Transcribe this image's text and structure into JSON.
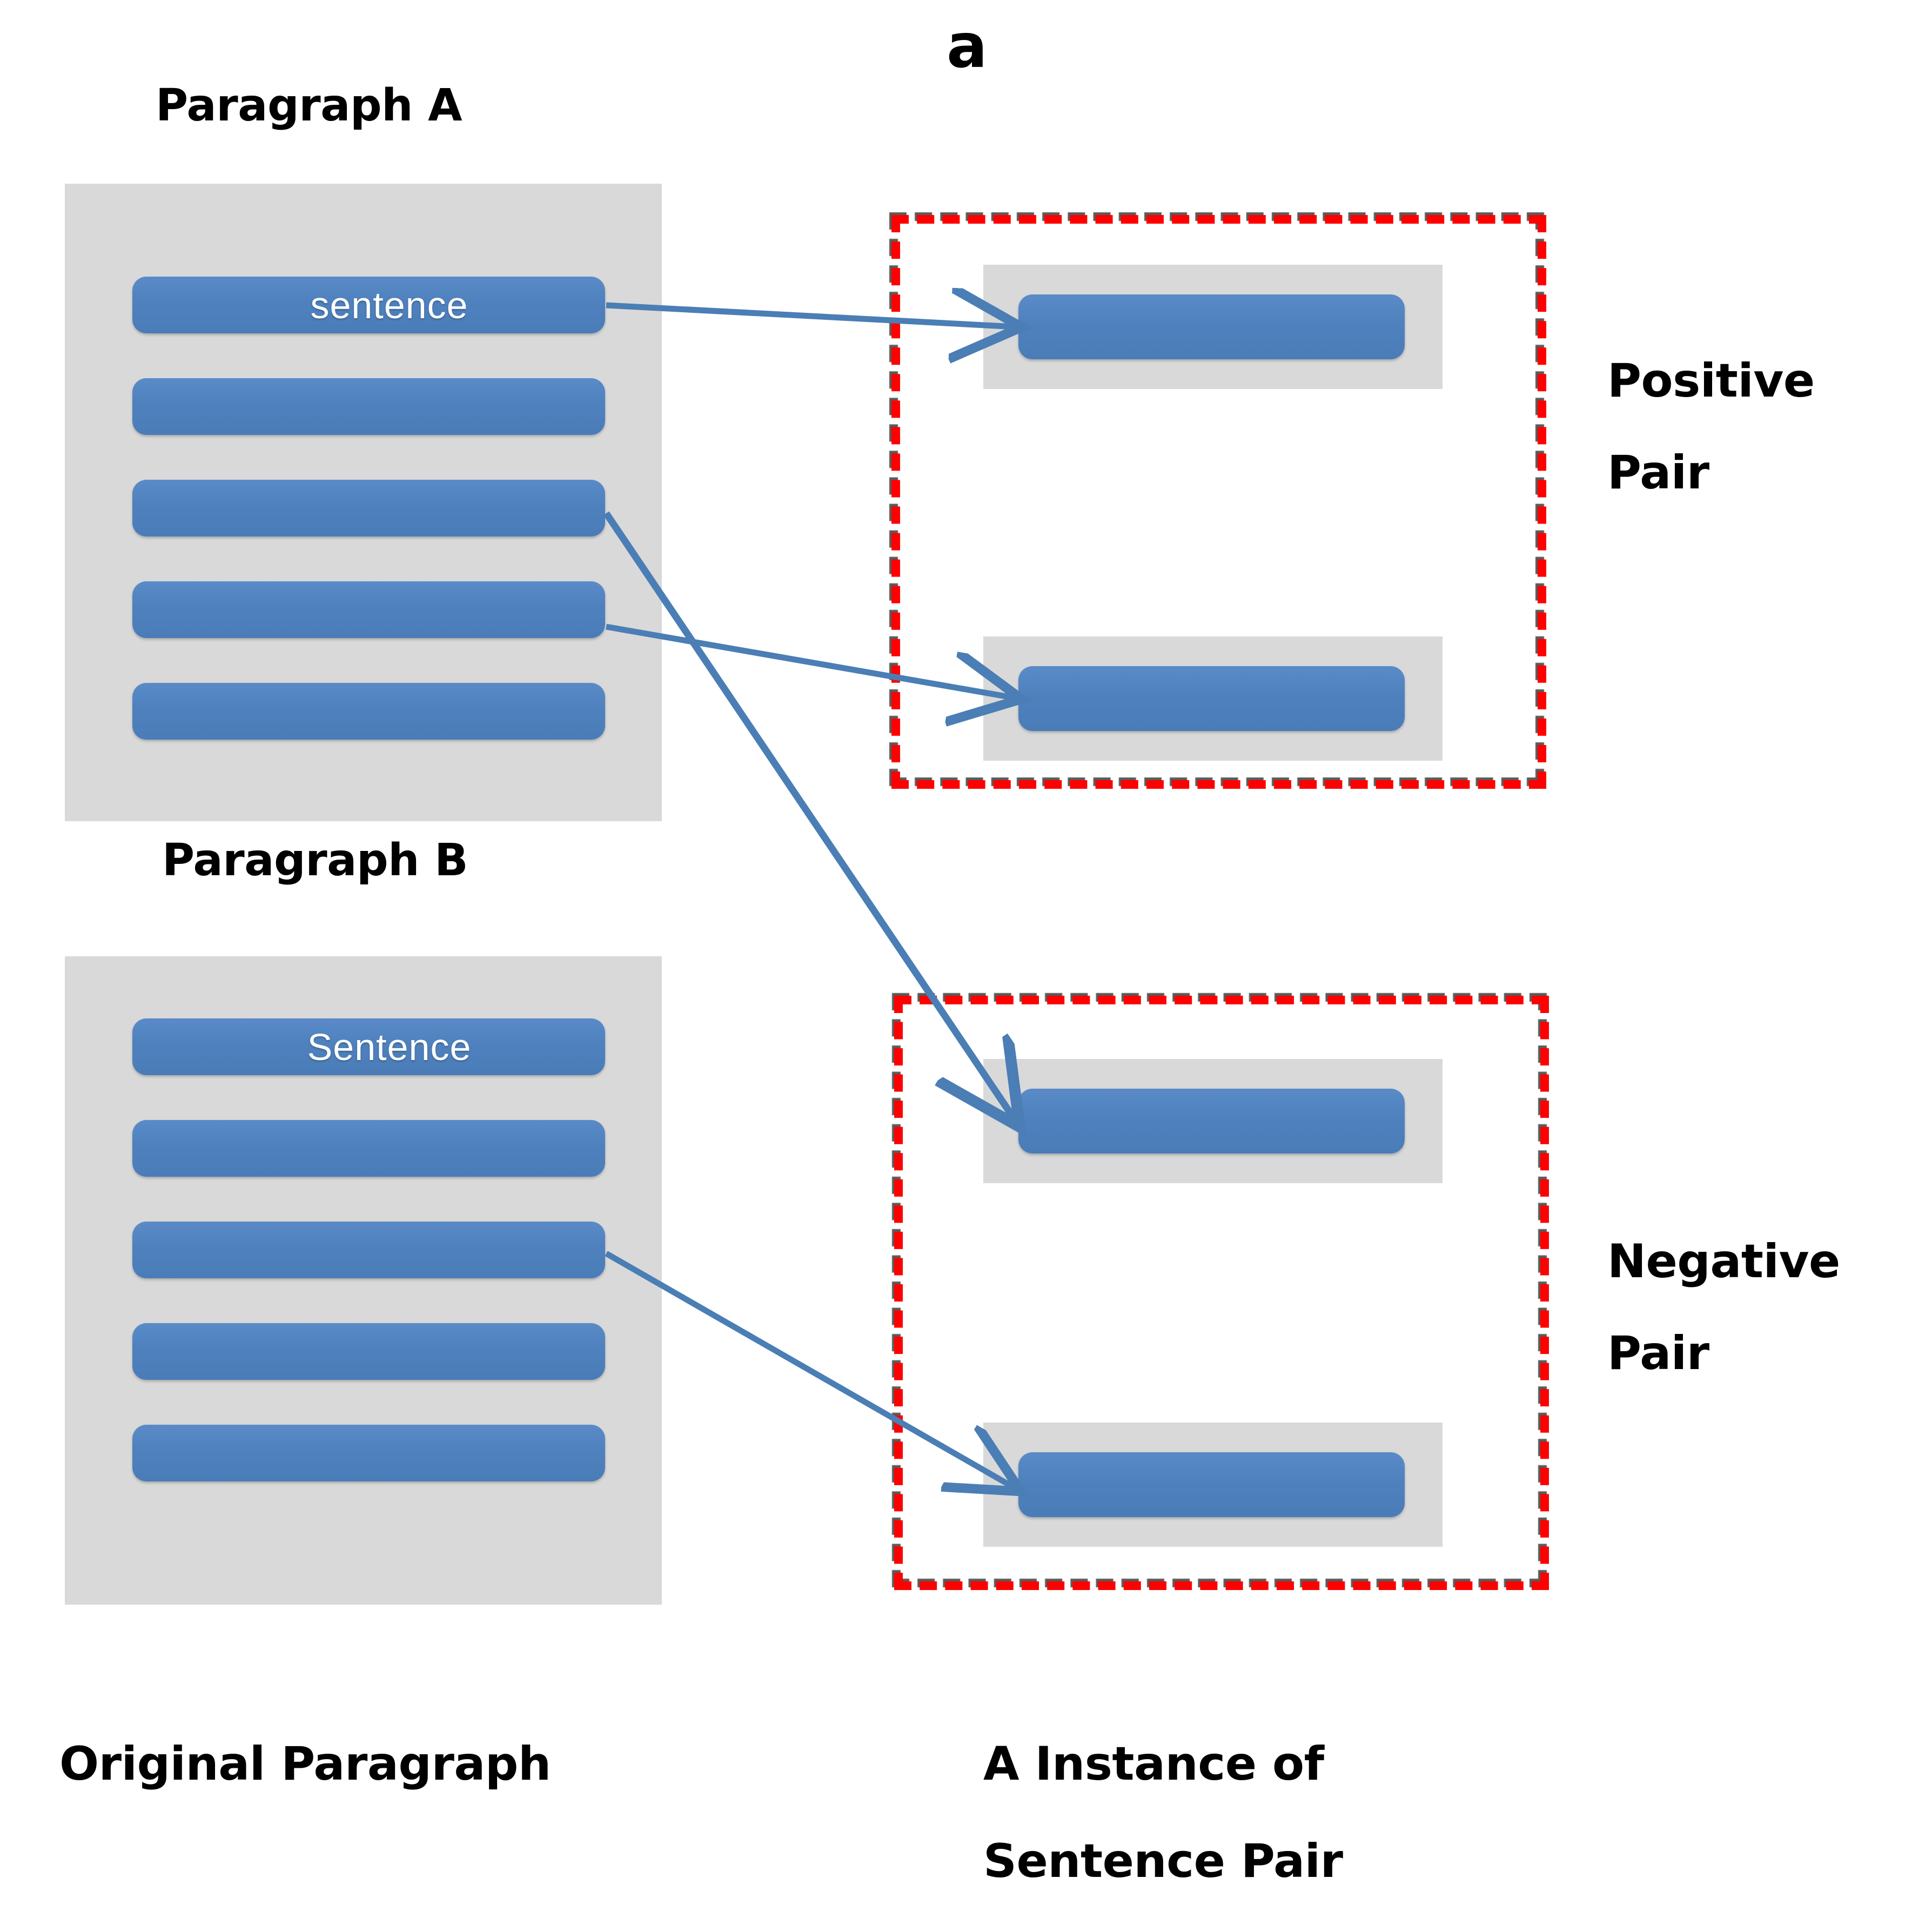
{
  "figure": {
    "panel_label": "a",
    "accent_colors": {
      "sentence_bar_blue": "#4E81BD",
      "container_grey": "#D9D9D9",
      "pair_border_red": "#FF0000",
      "connector_blue": "#4A7EB5",
      "text_black": "#000000",
      "bar_text_white": "#FFFFFF"
    }
  },
  "left_column": {
    "caption": "Original Paragraph",
    "paragraphs": [
      {
        "title": "Paragraph A",
        "sentences": [
          {
            "label": "sentence"
          },
          {
            "label": ""
          },
          {
            "label": ""
          },
          {
            "label": ""
          },
          {
            "label": ""
          }
        ]
      },
      {
        "title": "Paragraph B",
        "sentences": [
          {
            "label": "Sentence"
          },
          {
            "label": ""
          },
          {
            "label": ""
          },
          {
            "label": ""
          },
          {
            "label": ""
          }
        ]
      }
    ]
  },
  "right_column": {
    "caption_line1": "A Instance of",
    "caption_line2": "Sentence Pair",
    "pairs": [
      {
        "name_line1": "Positive",
        "name_line2": "Pair",
        "members": [
          {
            "label": ""
          },
          {
            "label": ""
          }
        ]
      },
      {
        "name_line1": "Negative",
        "name_line2": "Pair",
        "members": [
          {
            "label": ""
          },
          {
            "label": ""
          }
        ]
      }
    ]
  },
  "connections": [
    {
      "from": "paragraph-a-sentence-1",
      "to": "positive-pair-member-1"
    },
    {
      "from": "paragraph-a-sentence-4",
      "to": "positive-pair-member-2"
    },
    {
      "from": "paragraph-a-sentence-3",
      "to": "negative-pair-member-1"
    },
    {
      "from": "paragraph-b-sentence-3",
      "to": "negative-pair-member-2"
    }
  ]
}
